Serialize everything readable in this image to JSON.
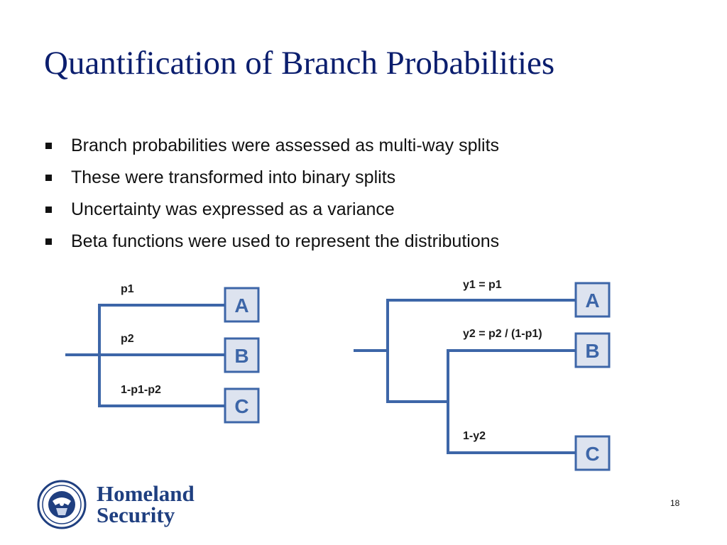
{
  "slide": {
    "title": "Quantification of Branch Probabilities",
    "bullets": [
      "Branch probabilities were assessed as multi-way splits",
      "These were transformed into binary splits",
      "Uncertainty was expressed as a variance",
      "Beta functions were used to represent the distributions"
    ],
    "page_number": "18"
  },
  "diagram_multiway": {
    "branches": [
      {
        "label": "p1",
        "node": "A"
      },
      {
        "label": "p2",
        "node": "B"
      },
      {
        "label": "1-p1-p2",
        "node": "C"
      }
    ]
  },
  "diagram_binary": {
    "branches": [
      {
        "label": "y1 = p1",
        "node": "A"
      },
      {
        "label": "y2 = p2 / (1-p1)",
        "node": "B"
      },
      {
        "label": "1-y2",
        "node": "C"
      }
    ]
  },
  "logo": {
    "line1": "Homeland",
    "line2": "Security"
  },
  "colors": {
    "title": "#0b1e6e",
    "diagram_line": "#3d66a8",
    "node_fill": "#dde3ef",
    "logo_text": "#1f3f80"
  }
}
